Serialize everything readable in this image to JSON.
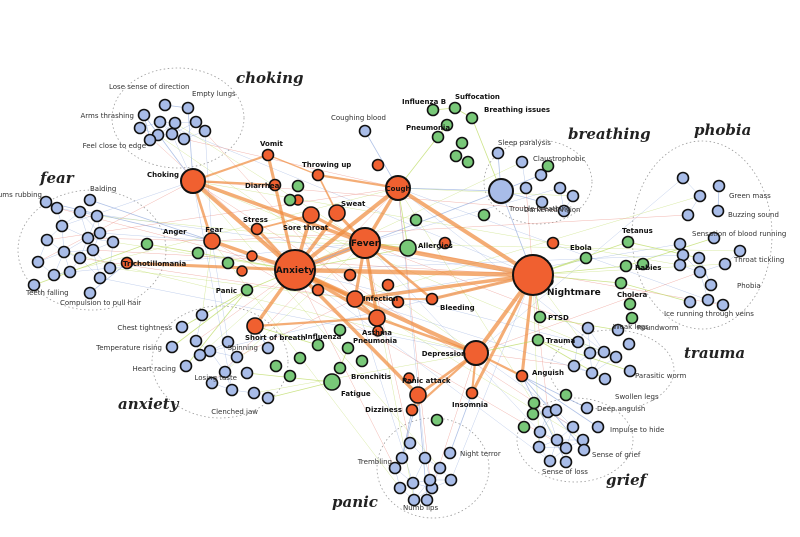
{
  "colors": {
    "orange": "#f06030",
    "green": "#78c878",
    "blue": "#a8bce8",
    "edge_orange": "#f08a3c",
    "edge_red": "#e87a6e",
    "edge_blue": "#8ea8dc",
    "edge_green": "#b8d858"
  },
  "clusters": [
    {
      "title": "choking"
    },
    {
      "title": "breathing"
    },
    {
      "title": "phobia"
    },
    {
      "title": "fear"
    },
    {
      "title": "trauma"
    },
    {
      "title": "anxiety"
    },
    {
      "title": "grief"
    },
    {
      "title": "panic"
    }
  ],
  "nodes": [
    {
      "id": "anxiety",
      "label": "Anxiety",
      "type": "orange",
      "size": 5
    },
    {
      "id": "nightmare",
      "label": "Nightmare",
      "type": "orange",
      "size": 5
    },
    {
      "id": "fever",
      "label": "Fever",
      "type": "orange",
      "size": 4
    },
    {
      "id": "cough",
      "label": "Cough",
      "type": "orange",
      "size": 3
    },
    {
      "id": "choking",
      "label": "Choking",
      "type": "orange",
      "size": 3
    },
    {
      "id": "depression",
      "label": "Depression",
      "type": "orange",
      "size": 3
    },
    {
      "id": "infection",
      "label": "Infection",
      "type": "orange",
      "size": 2
    },
    {
      "id": "sweat",
      "label": "Sweat",
      "type": "orange",
      "size": 2
    },
    {
      "id": "sorethroat",
      "label": "Sore throat",
      "type": "orange",
      "size": 2
    },
    {
      "id": "asthma",
      "label": "Asthma",
      "type": "orange",
      "size": 2
    },
    {
      "id": "fear",
      "label": "Fear",
      "type": "orange",
      "size": 2
    },
    {
      "id": "stress",
      "label": "Stress",
      "type": "orange",
      "size": 1
    },
    {
      "id": "vomit",
      "label": "Vomit",
      "type": "orange",
      "size": 1
    },
    {
      "id": "diarrhea",
      "label": "Diarrhea",
      "type": "orange",
      "size": 1
    },
    {
      "id": "throwingup",
      "label": "Throwing up",
      "type": "orange",
      "size": 1
    },
    {
      "id": "shortbreath",
      "label": "Short of breath",
      "type": "orange",
      "size": 2
    },
    {
      "id": "panicattack",
      "label": "Panic attack",
      "type": "orange",
      "size": 2
    },
    {
      "id": "dizziness",
      "label": "Dizziness",
      "type": "orange",
      "size": 1
    },
    {
      "id": "insomnia",
      "label": "Insomnia",
      "type": "orange",
      "size": 1
    },
    {
      "id": "anguish",
      "label": "Anguish",
      "type": "orange",
      "size": 1
    },
    {
      "id": "bleeding",
      "label": "Bleeding",
      "type": "orange",
      "size": 1
    },
    {
      "id": "trich",
      "label": "Trichotillomania",
      "type": "orange",
      "size": 1
    },
    {
      "id": "o1",
      "label": "",
      "type": "orange",
      "size": 1
    },
    {
      "id": "o2",
      "label": "",
      "type": "orange",
      "size": 1
    },
    {
      "id": "o3",
      "label": "",
      "type": "orange",
      "size": 1
    },
    {
      "id": "o4",
      "label": "",
      "type": "orange",
      "size": 1
    },
    {
      "id": "o5",
      "label": "",
      "type": "orange",
      "size": 1
    },
    {
      "id": "o6",
      "label": "",
      "type": "orange",
      "size": 1
    },
    {
      "id": "o7",
      "label": "",
      "type": "orange",
      "size": 1
    },
    {
      "id": "allergies",
      "label": "Allergies",
      "type": "green",
      "size": 2
    },
    {
      "id": "anger",
      "label": "Anger",
      "type": "green",
      "size": 1
    },
    {
      "id": "panic",
      "label": "Panic",
      "type": "green",
      "size": 1
    },
    {
      "id": "influenzab",
      "label": "Influenza B",
      "type": "green",
      "size": 1
    },
    {
      "id": "suffocation",
      "label": "Suffocation",
      "type": "green",
      "size": 1
    },
    {
      "id": "breathingissues",
      "label": "Breathing issues",
      "type": "green",
      "size": 1
    },
    {
      "id": "pneumonia",
      "label": "Pneumonia",
      "type": "green",
      "size": 1
    },
    {
      "id": "influenza",
      "label": "Influenza",
      "type": "green",
      "size": 1
    },
    {
      "id": "pneumonia2",
      "label": "Pneumonia",
      "type": "green",
      "size": 1
    },
    {
      "id": "bronchitis",
      "label": "Bronchitis",
      "type": "green",
      "size": 1
    },
    {
      "id": "fatigue",
      "label": "Fatigue",
      "type": "green",
      "size": 2
    },
    {
      "id": "ebola",
      "label": "Ebola",
      "type": "green",
      "size": 1
    },
    {
      "id": "tetanus",
      "label": "Tetanus",
      "type": "green",
      "size": 1
    },
    {
      "id": "rabies",
      "label": "Rabies",
      "type": "green",
      "size": 1
    },
    {
      "id": "cholera",
      "label": "Cholera",
      "type": "green",
      "size": 1
    },
    {
      "id": "ptsd",
      "label": "PTSD",
      "type": "green",
      "size": 1
    },
    {
      "id": "trauma",
      "label": "Trauma",
      "type": "green",
      "size": 1
    },
    {
      "id": "g1",
      "label": "",
      "type": "green",
      "size": 1
    },
    {
      "id": "g2",
      "label": "",
      "type": "green",
      "size": 1
    },
    {
      "id": "g3",
      "label": "",
      "type": "green",
      "size": 1
    },
    {
      "id": "g4",
      "label": "",
      "type": "green",
      "size": 1
    },
    {
      "id": "g5",
      "label": "",
      "type": "green",
      "size": 1
    },
    {
      "id": "g6",
      "label": "",
      "type": "green",
      "size": 1
    },
    {
      "id": "g7",
      "label": "",
      "type": "green",
      "size": 1
    },
    {
      "id": "g8",
      "label": "",
      "type": "green",
      "size": 1
    },
    {
      "id": "troublebreathing",
      "label": "Trouble breathing",
      "type": "blue",
      "size": 3
    },
    {
      "id": "losesense",
      "label": "Lose sense of direction",
      "type": "blue",
      "size": 1
    },
    {
      "id": "emptylungs",
      "label": "Empty lungs",
      "type": "blue",
      "size": 1
    },
    {
      "id": "armsthrashing",
      "label": "Arms thrashing",
      "type": "blue",
      "size": 1
    },
    {
      "id": "feelclose",
      "label": "Feel close to edge",
      "type": "blue",
      "size": 1
    },
    {
      "id": "coughingblood",
      "label": "Coughing blood",
      "type": "blue",
      "size": 1
    },
    {
      "id": "sleepparalysis",
      "label": "Sleep paralysis",
      "type": "blue",
      "size": 1
    },
    {
      "id": "claustrophobic",
      "label": "Claustrophobic",
      "type": "blue",
      "size": 1
    },
    {
      "id": "darkenedvision",
      "label": "Darkened vision",
      "type": "blue",
      "size": 1
    },
    {
      "id": "greenmass",
      "label": "Green mass",
      "type": "blue",
      "size": 1
    },
    {
      "id": "buzzingsound",
      "label": "Buzzing sound",
      "type": "blue",
      "size": 1
    },
    {
      "id": "sensationblood",
      "label": "Sensation of blood running",
      "type": "blue",
      "size": 1
    },
    {
      "id": "throattickling",
      "label": "Throat tickling",
      "type": "blue",
      "size": 1
    },
    {
      "id": "phobia_n",
      "label": "Phobia",
      "type": "blue",
      "size": 1
    },
    {
      "id": "icerunning",
      "label": "Ice running through veins",
      "type": "blue",
      "size": 1
    },
    {
      "id": "gumsrubbing",
      "label": "Gums rubbing",
      "type": "blue",
      "size": 1
    },
    {
      "id": "balding",
      "label": "Balding",
      "type": "blue",
      "size": 1
    },
    {
      "id": "teethfalling",
      "label": "Teeth falling",
      "type": "blue",
      "size": 1
    },
    {
      "id": "compulsion",
      "label": "Compulsion to pull hair",
      "type": "blue",
      "size": 1
    },
    {
      "id": "chesttightness",
      "label": "Chest tightness",
      "type": "blue",
      "size": 1
    },
    {
      "id": "temprising",
      "label": "Temperature rising",
      "type": "blue",
      "size": 1
    },
    {
      "id": "heartracing",
      "label": "Heart racing",
      "type": "blue",
      "size": 1
    },
    {
      "id": "spinning",
      "label": "Spinning",
      "type": "blue",
      "size": 1
    },
    {
      "id": "losingtaste",
      "label": "Losing taste",
      "type": "blue",
      "size": 1
    },
    {
      "id": "clenchedjaw",
      "label": "Clenched jaw",
      "type": "blue",
      "size": 1
    },
    {
      "id": "weaklegs",
      "label": "Weak legs",
      "type": "blue",
      "size": 1
    },
    {
      "id": "roundworm",
      "label": "Roundworm",
      "type": "blue",
      "size": 1
    },
    {
      "id": "parasiticworm",
      "label": "Parasitic worm",
      "type": "blue",
      "size": 1
    },
    {
      "id": "swollenlegs",
      "label": "Swollen legs",
      "type": "blue",
      "size": 1
    },
    {
      "id": "deepanguish",
      "label": "Deep anguish",
      "type": "blue",
      "size": 1
    },
    {
      "id": "impulsehide",
      "label": "Impulse to hide",
      "type": "blue",
      "size": 1
    },
    {
      "id": "sensegrief",
      "label": "Sense of grief",
      "type": "blue",
      "size": 1
    },
    {
      "id": "senseloss",
      "label": "Sense of loss",
      "type": "blue",
      "size": 1
    },
    {
      "id": "trembling",
      "label": "Trembling",
      "type": "blue",
      "size": 1
    },
    {
      "id": "nightterror",
      "label": "Night terror",
      "type": "blue",
      "size": 1
    },
    {
      "id": "numblips",
      "label": "Numb lips",
      "type": "blue",
      "size": 1
    }
  ],
  "edges": [
    [
      "anxiety",
      "nightmare"
    ],
    [
      "anxiety",
      "fever"
    ],
    [
      "anxiety",
      "cough"
    ],
    [
      "anxiety",
      "choking"
    ],
    [
      "anxiety",
      "depression"
    ],
    [
      "anxiety",
      "infection"
    ],
    [
      "anxiety",
      "sweat"
    ],
    [
      "anxiety",
      "sorethroat"
    ],
    [
      "anxiety",
      "fear"
    ],
    [
      "anxiety",
      "stress"
    ],
    [
      "anxiety",
      "shortbreath"
    ],
    [
      "anxiety",
      "panic"
    ],
    [
      "anxiety",
      "anger"
    ],
    [
      "anxiety",
      "trich"
    ],
    [
      "anxiety",
      "asthma"
    ],
    [
      "anxiety",
      "vomit"
    ],
    [
      "anxiety",
      "troublebreathing"
    ],
    [
      "anxiety",
      "allergies"
    ],
    [
      "anxiety",
      "panicattack"
    ],
    [
      "nightmare",
      "fever"
    ],
    [
      "nightmare",
      "cough"
    ],
    [
      "nightmare",
      "depression"
    ],
    [
      "nightmare",
      "troublebreathing"
    ],
    [
      "nightmare",
      "ebola"
    ],
    [
      "nightmare",
      "tetanus"
    ],
    [
      "nightmare",
      "rabies"
    ],
    [
      "nightmare",
      "cholera"
    ],
    [
      "nightmare",
      "ptsd"
    ],
    [
      "nightmare",
      "infection"
    ],
    [
      "nightmare",
      "bleeding"
    ],
    [
      "nightmare",
      "anguish"
    ],
    [
      "nightmare",
      "insomnia"
    ],
    [
      "fever",
      "cough"
    ],
    [
      "fever",
      "infection"
    ],
    [
      "fever",
      "asthma"
    ],
    [
      "fever",
      "sweat"
    ],
    [
      "fever",
      "sorethroat"
    ],
    [
      "fever",
      "allergies"
    ],
    [
      "fever",
      "bleeding"
    ],
    [
      "fever",
      "choking"
    ],
    [
      "cough",
      "allergies"
    ],
    [
      "cough",
      "troublebreathing"
    ],
    [
      "cough",
      "throwingup"
    ],
    [
      "cough",
      "pneumonia"
    ],
    [
      "cough",
      "coughingblood"
    ],
    [
      "choking",
      "emptylungs"
    ],
    [
      "choking",
      "armsthrashing"
    ],
    [
      "choking",
      "vomit"
    ],
    [
      "choking",
      "fear"
    ],
    [
      "choking",
      "diarrhea"
    ],
    [
      "depression",
      "panicattack"
    ],
    [
      "depression",
      "insomnia"
    ],
    [
      "depression",
      "trauma"
    ],
    [
      "depression",
      "anguish"
    ],
    [
      "depression",
      "dizziness"
    ],
    [
      "depression",
      "asthma"
    ],
    [
      "infection",
      "asthma"
    ],
    [
      "infection",
      "bleeding"
    ],
    [
      "shortbreath",
      "influenza"
    ],
    [
      "shortbreath",
      "spinning"
    ],
    [
      "shortbreath",
      "asthma"
    ],
    [
      "panicattack",
      "dizziness"
    ],
    [
      "panicattack",
      "trembling"
    ],
    [
      "insomnia",
      "nightterror"
    ],
    [
      "troublebreathing",
      "sleepparalysis"
    ],
    [
      "troublebreathing",
      "claustrophobic"
    ],
    [
      "troublebreathing",
      "darkenedvision"
    ],
    [
      "troublebreathing",
      "breathingissues"
    ],
    [
      "fear",
      "gumsrubbing"
    ],
    [
      "fear",
      "balding"
    ],
    [
      "anger",
      "teethfalling"
    ],
    [
      "trich",
      "compulsion"
    ],
    [
      "panic",
      "chesttightness"
    ],
    [
      "panic",
      "temprising"
    ],
    [
      "panic",
      "heartracing"
    ],
    [
      "fatigue",
      "clenchedjaw"
    ],
    [
      "fatigue",
      "losingtaste"
    ],
    [
      "bronchitis",
      "fatigue"
    ],
    [
      "pneumonia2",
      "bronchitis"
    ],
    [
      "rabies",
      "sensationblood"
    ],
    [
      "tetanus",
      "throattickling"
    ],
    [
      "cholera",
      "icerunning"
    ],
    [
      "ptsd",
      "weaklegs"
    ],
    [
      "trauma",
      "swollenlegs"
    ],
    [
      "trauma",
      "parasiticworm"
    ],
    [
      "anguish",
      "deepanguish"
    ],
    [
      "anguish",
      "impulsehide"
    ],
    [
      "anguish",
      "sensegrief"
    ],
    [
      "anguish",
      "senseloss"
    ],
    [
      "panicattack",
      "numblips"
    ],
    [
      "dizziness",
      "trembling"
    ],
    [
      "sweat",
      "throwingup"
    ],
    [
      "stress",
      "sorethroat"
    ],
    [
      "vomit",
      "throwingup"
    ],
    [
      "influenzab",
      "suffocation"
    ],
    [
      "suffocation",
      "breathingissues"
    ],
    [
      "greenmass",
      "buzzingsound"
    ],
    [
      "phobia_n",
      "throattickling"
    ],
    [
      "losesense",
      "emptylungs"
    ],
    [
      "feelclose",
      "armsthrashing"
    ]
  ]
}
